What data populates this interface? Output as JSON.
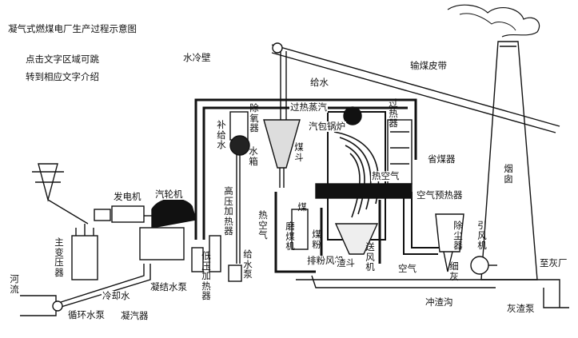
{
  "title": "凝气式燃煤电厂生产过程示意图",
  "instruction_line1": "点击文字区域可跳",
  "instruction_line2": "转到相应文字介绍",
  "labels": {
    "water_wall": "水冷壁",
    "coal_belt": "输煤皮带",
    "feed_water": "给水",
    "deaerator": "除氧器",
    "superheated_steam": "过热蒸汽",
    "drum_boiler": "汽包锅炉",
    "superheater": "过热器",
    "makeup_water": "补给水",
    "water_tank": "水箱",
    "coal_hopper": "煤斗",
    "economizer": "省煤器",
    "chimney": "烟囱",
    "hot_air_top": "热空气",
    "generator": "发电机",
    "turbine": "汽轮机",
    "hp_heater": "高压加热器",
    "coal": "煤",
    "air_preheater": "空气预热器",
    "main_transformer": "主变压器",
    "hot_air_left": "热空气",
    "coal_mill": "磨煤机",
    "coal_powder": "煤粉",
    "dust_collector": "除尘器",
    "induced_fan": "引风机",
    "lp_heater": "低压加热器",
    "feed_pump": "给水泵",
    "exhaust_fan": "排粉风机",
    "slag_hopper": "渣斗",
    "blower": "送风机",
    "air": "空气",
    "fine_ash": "细灰",
    "to_ash_plant": "至灰厂",
    "river": "河流",
    "condensate_pump": "凝结水泵",
    "cooling_water": "冷却水",
    "slag_channel": "冲渣沟",
    "circ_pump": "循环水泵",
    "condenser": "凝汽器",
    "slag_pump": "灰渣泵"
  }
}
